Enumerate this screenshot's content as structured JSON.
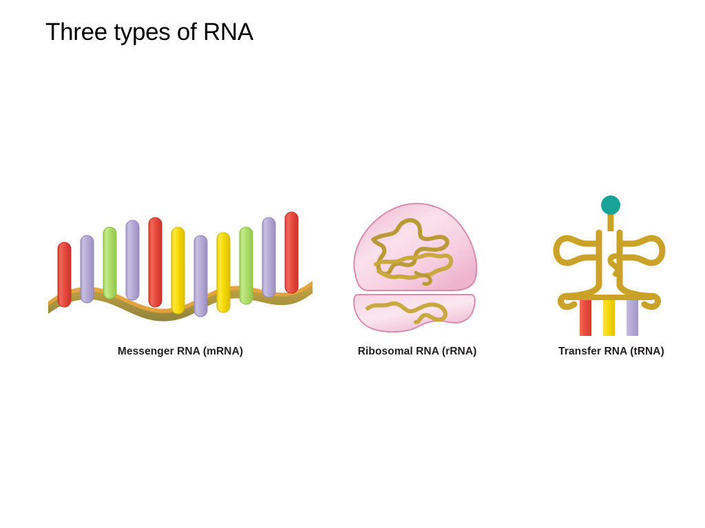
{
  "slide": {
    "title": "Three types of RNA",
    "background_color": "#ffffff",
    "title_color": "#000000"
  },
  "figures": [
    {
      "id": "mrna",
      "caption": "Messenger RNA (mRNA)",
      "art_name": "mrna-strand-illustration",
      "description": "Wavy olive backbone ribbon with eleven colored cylindrical nucleotide bases standing upright",
      "backbone_color": "#9a8b3a",
      "backbone_highlight_color": "#e8a33d",
      "base_count": 11,
      "base_colors": [
        "#e8483c",
        "#b3a8d4",
        "#aede6a",
        "#b3a8d4",
        "#e8483c",
        "#f5d800",
        "#b3a8d4",
        "#f5d800",
        "#aede6a",
        "#b3a8d4",
        "#e8483c"
      ]
    },
    {
      "id": "rrna",
      "caption": "Ribosomal RNA (rRNA)",
      "art_name": "rrna-ribosome-illustration",
      "description": "Pink ribosome with a large upper subunit and small lower subunit containing gold folded RNA strands",
      "body_color": "#f6cfe0",
      "body_highlight_color": "#fbe7ef",
      "outline_color": "#d98bae",
      "strand_color": "#c1a33c"
    },
    {
      "id": "trna",
      "caption": "Transfer RNA (tRNA)",
      "art_name": "trna-cloverleaf-illustration",
      "description": "Gold cloverleaf transfer RNA with teal amino acid at the top and three colored anticodon bars at the bottom",
      "strand_color": "#c9a227",
      "amino_acid_color": "#17a398",
      "anticodon_colors": [
        "#e8483c",
        "#f5d800",
        "#b3a8d4"
      ],
      "anticodon_count": 3
    }
  ]
}
